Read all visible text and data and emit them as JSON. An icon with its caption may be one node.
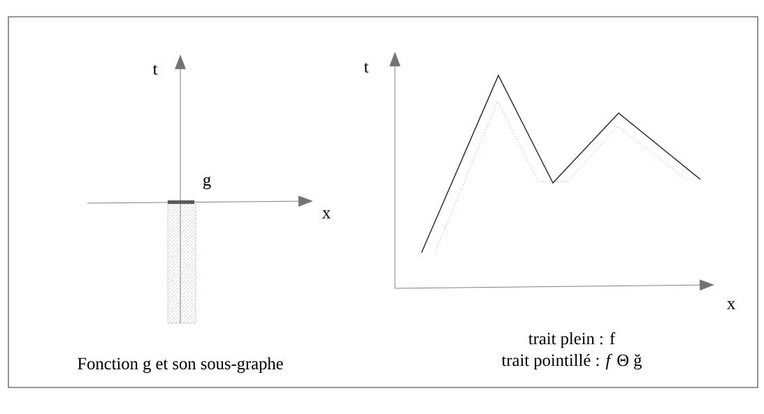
{
  "diagram": {
    "labels": [
      "t",
      "g",
      "x",
      "Fonction g et son sous-graphe",
      "t",
      "x",
      "trait plein : f",
      "trait pointillé : *f* Θ ğ"
    ]
  }
}
